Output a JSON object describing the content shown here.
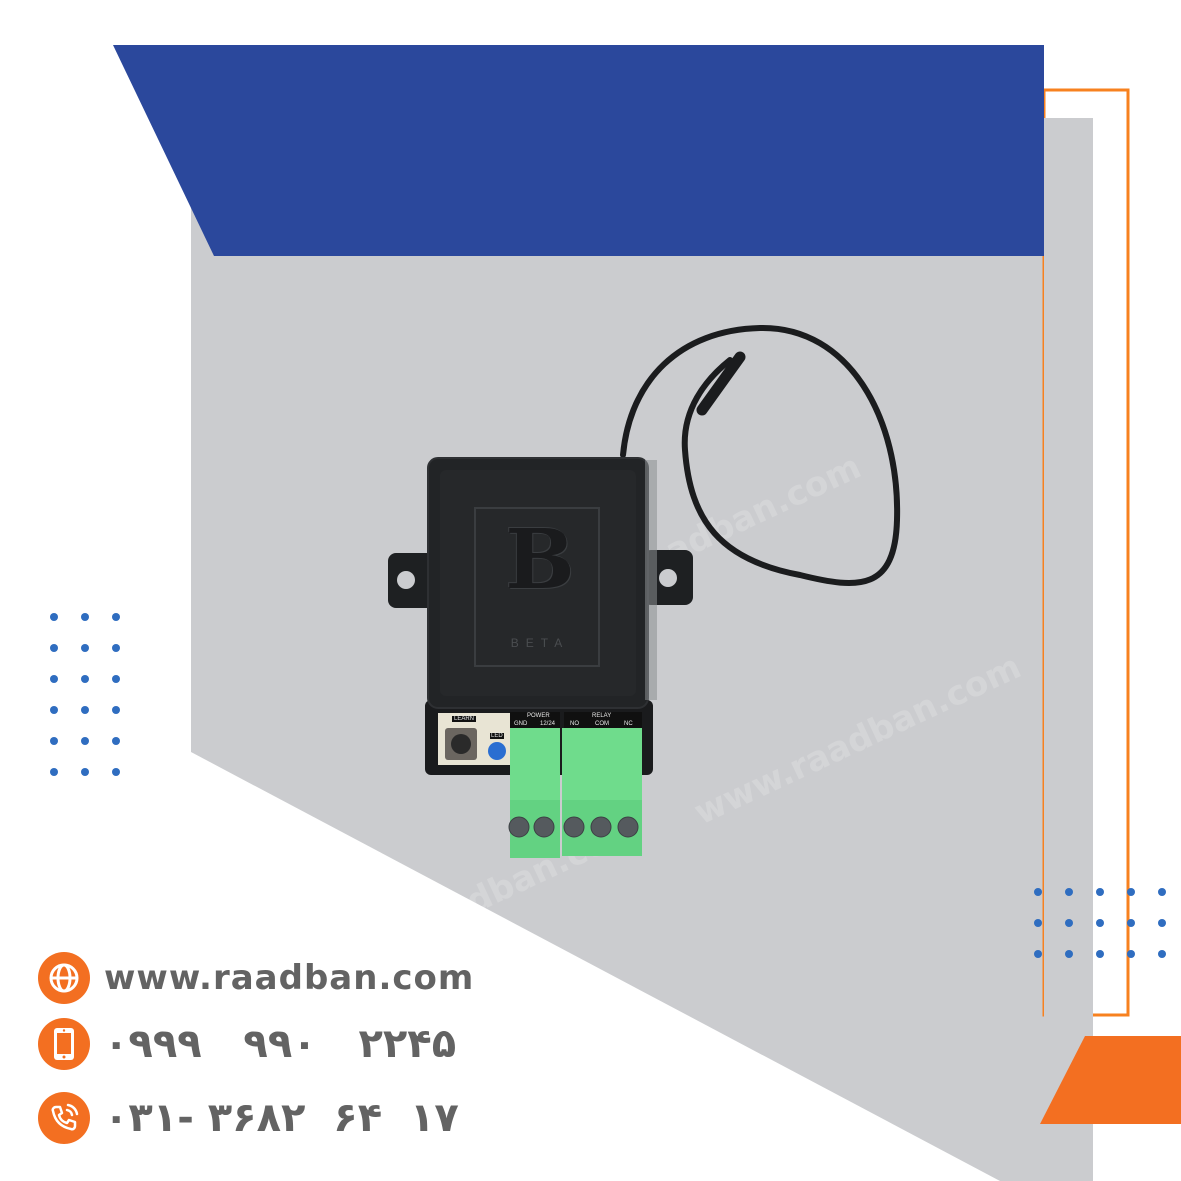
{
  "colors": {
    "blue_banner": "#2b489c",
    "gray_panel": "#cbcccf",
    "orange_accent": "#f36f21",
    "orange_frame": "#f7811f",
    "dot_blue": "#2f6dc0",
    "text_gray": "#636363",
    "device_black": "#1e2022",
    "terminal_green": "#6fdc8c"
  },
  "product": {
    "brand_logo_letter": "B",
    "brand_name": "BETA",
    "button_label": "LEARN",
    "led_label": "LED",
    "power_block": {
      "title": "POWER",
      "pins": [
        "GND",
        "12/24"
      ]
    },
    "relay_block": {
      "title": "RELAY",
      "pins": [
        "NO",
        "COM",
        "NC"
      ]
    }
  },
  "watermark": "www.raadban.com",
  "contact": {
    "website": {
      "icon": "globe-icon",
      "text": "www.raadban.com"
    },
    "mobile": {
      "icon": "mobile-phone-icon",
      "text": "۰۹۹۹   ۹۹۰   ۲۲۴۵"
    },
    "landline": {
      "icon": "phone-call-icon",
      "text": "۰۳۱- ۳۶۸۲  ۶۴  ۱۷"
    }
  },
  "decor": {
    "left_dot_grid": {
      "cols": 3,
      "rows": 6
    },
    "right_dot_grid": {
      "cols": 5,
      "rows": 3
    }
  }
}
